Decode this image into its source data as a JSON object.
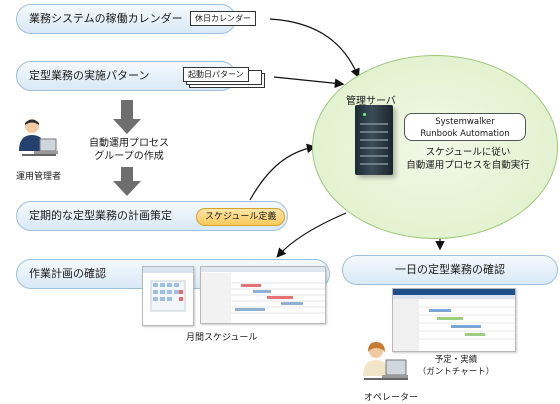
{
  "steps": {
    "calendar": "業務システムの稼働カレンダー",
    "pattern": "定型業務の実施パターン",
    "group_creation": [
      "自動運用プロセス",
      "グループの作成"
    ],
    "schedule_plan": "定期的な定型業務の計画策定",
    "confirm_plan": "作業計画の確認",
    "daily_confirm": "一日の定型業務の確認"
  },
  "tags": {
    "holiday_calendar": "休日カレンダー",
    "startup_pattern": "起動日パターン",
    "schedule_definition": "スケジュール定義"
  },
  "server": {
    "label": "管理サーバ",
    "product": [
      "Systemwalker",
      "Runbook Automation"
    ],
    "description": [
      "スケジュールに従い",
      "自動運用プロセスを自動実行"
    ]
  },
  "people": {
    "admin": "運用管理者",
    "operator": "オペレーター"
  },
  "captions": {
    "monthly_schedule": "月間スケジュール",
    "gantt": [
      "予定・実績",
      "（ガントチャート）"
    ]
  },
  "colors": {
    "pill_border": "#9fc0dc",
    "circle_fill": "#e3f2d0",
    "tag_orange": "#f7c95a",
    "arrow_gray": "#6e6e6e"
  }
}
